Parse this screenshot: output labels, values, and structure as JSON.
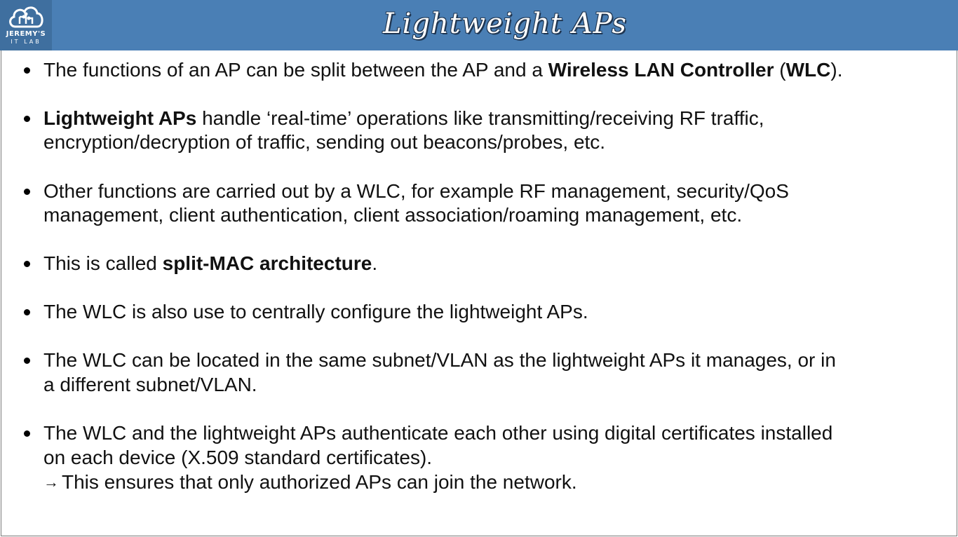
{
  "logo": {
    "line1": "JEREMY'S",
    "line2": "IT LAB",
    "icon": "cloud-circuit-icon"
  },
  "title": "Lightweight APs",
  "colors": {
    "header": "#4a7fb5",
    "logo_bg": "#3f6f9f",
    "text": "#111111"
  },
  "bullets": [
    {
      "l1a": "The functions of an AP can be split between the AP and a ",
      "l1b": "Wireless LAN Controller",
      "l1c": " (",
      "l1d": "WLC",
      "l1e": ")."
    },
    {
      "l1a": "Lightweight APs",
      "l1b": " handle ‘real-time’ operations like transmitting/receiving RF traffic,",
      "l2": "encryption/decryption of traffic, sending out beacons/probes, etc."
    },
    {
      "l1": "Other functions are carried out by a WLC, for example RF management, security/QoS",
      "l2": "management, client authentication, client association/roaming management, etc."
    },
    {
      "l1a": "This is called ",
      "l1b": "split-MAC architecture",
      "l1c": "."
    },
    {
      "l1": "The WLC is also use to centrally configure the lightweight APs."
    },
    {
      "l1": "The WLC can be located in the same subnet/VLAN as the lightweight APs it manages, or in",
      "l2": "a different subnet/VLAN."
    },
    {
      "l1": "The WLC and the lightweight APs authenticate each other using digital certificates installed",
      "l2": "on each device (X.509 standard certificates).",
      "arrow": "→",
      "l3": "This ensures that only authorized APs can join the network."
    }
  ]
}
